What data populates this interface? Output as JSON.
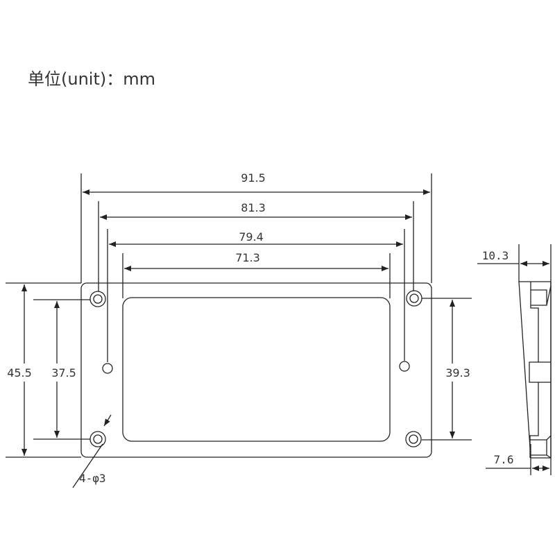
{
  "title": "单位(unit)：mm",
  "dimensions": {
    "overall_length": "91.5",
    "mount_hole_spacing": "81.3",
    "side_hole_spacing": "79.4",
    "window_length": "71.3",
    "overall_width": "45.5",
    "left_hole_spacing": "37.5",
    "right_hole_spacing": "39.3",
    "holes": "4-φ3",
    "side_height_max": "10.3",
    "side_height_min": "7.6"
  },
  "colors": {
    "line": "#222222",
    "text": "#333333"
  }
}
